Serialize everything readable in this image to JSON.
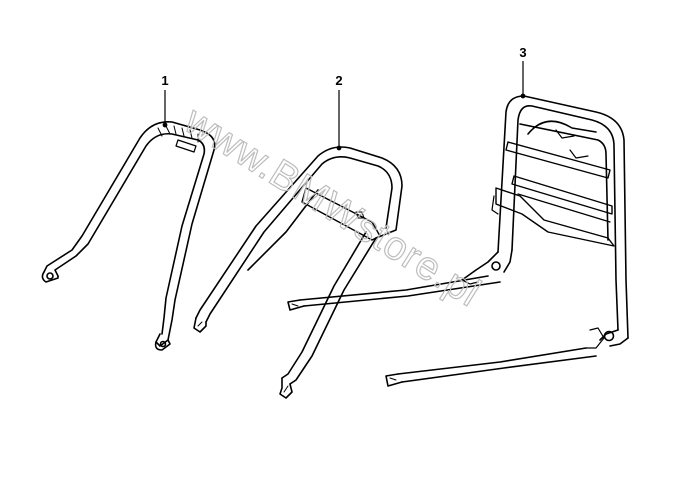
{
  "diagram": {
    "callouts": [
      {
        "label": "1",
        "part": "rear-bar"
      },
      {
        "label": "2",
        "part": "grab-handle"
      },
      {
        "label": "3",
        "part": "luggage-rack-carrier"
      }
    ],
    "watermark": "www.BMWstore.pl",
    "colors": {
      "background": "#ffffff",
      "line": "#000000",
      "watermark": "#bdbdbd"
    }
  }
}
